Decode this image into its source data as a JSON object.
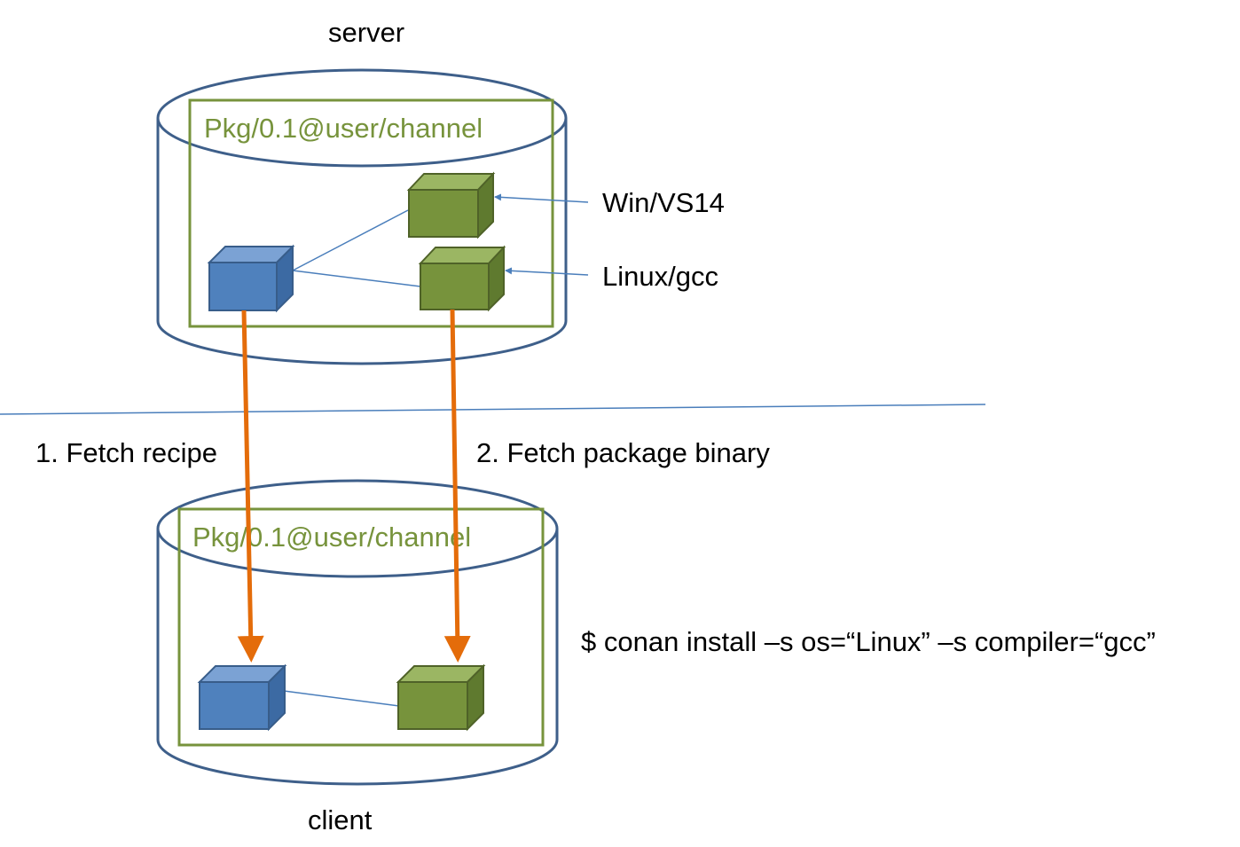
{
  "server": {
    "title": "server",
    "package_ref": "Pkg/0.1@user/channel",
    "binaries": [
      {
        "label": "Win/VS14"
      },
      {
        "label": "Linux/gcc"
      }
    ]
  },
  "client": {
    "title": "client",
    "package_ref": "Pkg/0.1@user/channel"
  },
  "steps": [
    {
      "label": "1. Fetch recipe"
    },
    {
      "label": "2. Fetch package binary"
    }
  ],
  "command": "$ conan install –s os=“Linux” –s compiler=“gcc”",
  "colors": {
    "recipe_box": "#4f81bd",
    "binary_box": "#77933c",
    "cylinder_stroke": "#3e5f8a",
    "frame_stroke": "#77933c",
    "arrow": "#e46c0a",
    "connector": "#4a7ebb"
  }
}
